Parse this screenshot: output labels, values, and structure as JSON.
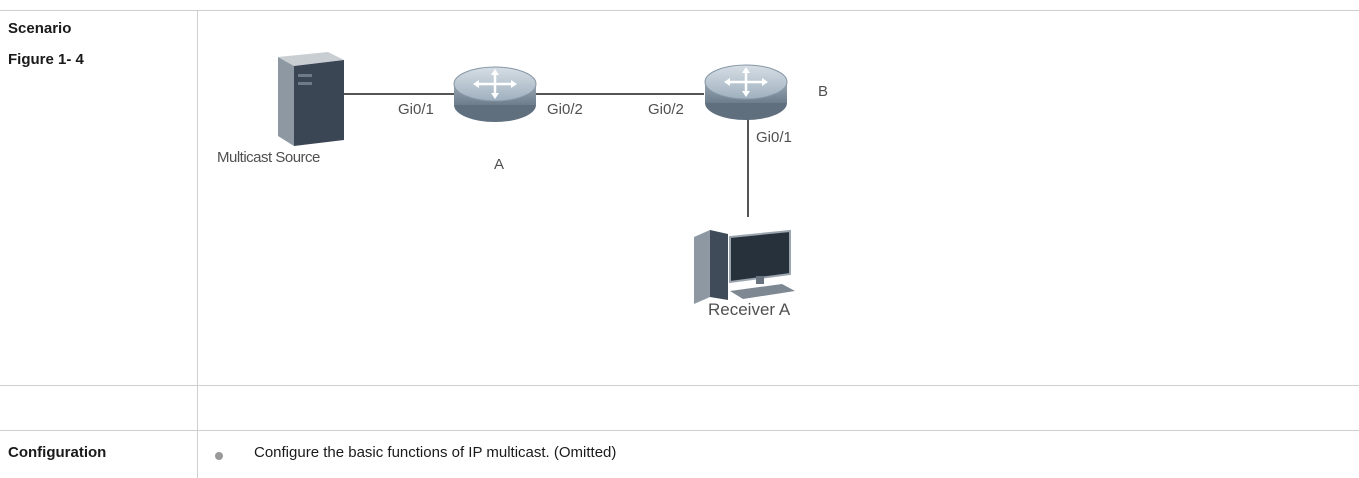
{
  "rows": {
    "scenario_label": "Scenario",
    "figure_label": "Figure 1- 4",
    "configuration_label": "Configuration"
  },
  "diagram": {
    "source_label": "Multicast Source",
    "router_a_label": "A",
    "router_b_label": "B",
    "a_port_left": "Gi0/1",
    "a_port_right": "Gi0/2",
    "b_port_left": "Gi0/2",
    "b_port_down": "Gi0/1",
    "receiver_label": "Receiver A"
  },
  "configuration": {
    "bullets": [
      "Configure the basic functions of IP multicast. (Omitted)"
    ]
  },
  "colors": {
    "router_body": "#8a9aa8",
    "router_top": "#b8c4ce",
    "grid_line": "#cfcfcf"
  }
}
